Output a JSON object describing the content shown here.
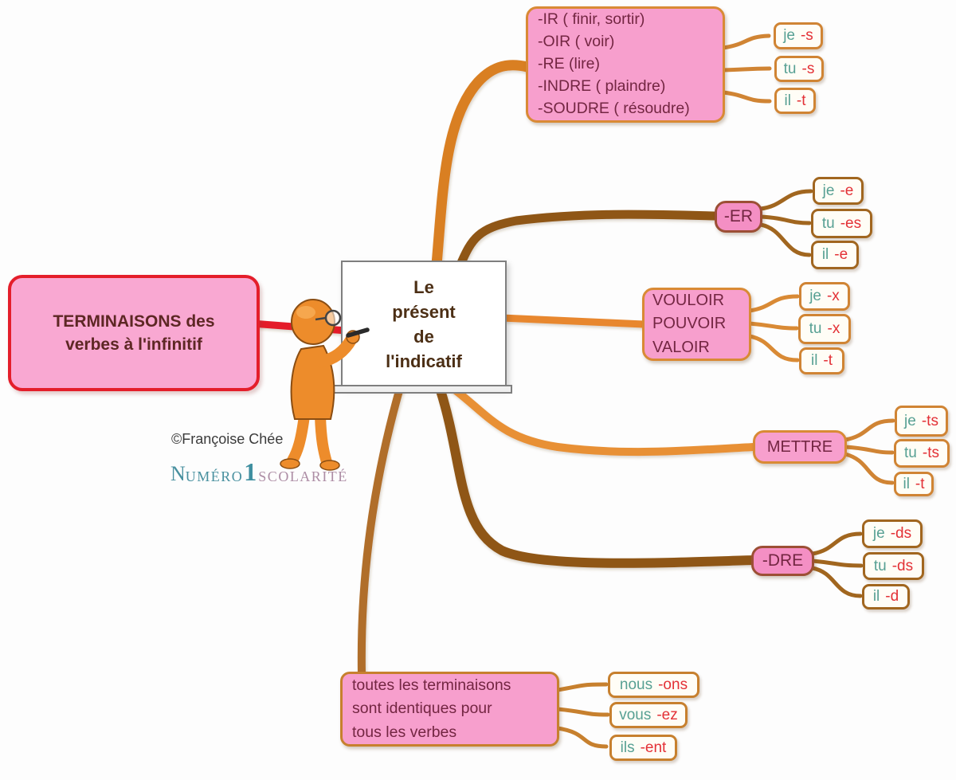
{
  "title": "Le\nprésent\nde\nl'indicatif",
  "root_label": "TERMINAISONS des\nverbes à l'infinitif",
  "credit": "©Françoise Chée",
  "logo": {
    "n": "N",
    "umero": "UMÉRO",
    "one": "1",
    "scolarite": "SCOLARITÉ"
  },
  "colors": {
    "node_pink": "#f79fcd",
    "root_border_red": "#e41e2b",
    "branch_orange": "#d97f24",
    "branch_dark_brown": "#8f5718",
    "branch_mid_brown": "#b06e2a",
    "pronoun_teal": "#57a093",
    "ending_red": "#e33136",
    "node_text_maroon": "#732642"
  },
  "groups": [
    {
      "id": "ir",
      "label": "-IR ( finir, sortir)\n-OIR ( voir)\n-RE (lire)\n-INDRE ( plaindre)\n-SOUDRE ( résoudre)",
      "leaves": [
        {
          "pronoun": "je",
          "ending": "-s"
        },
        {
          "pronoun": "tu",
          "ending": "-s"
        },
        {
          "pronoun": "il",
          "ending": "-t"
        }
      ]
    },
    {
      "id": "er",
      "label": "-ER",
      "leaves": [
        {
          "pronoun": "je",
          "ending": "-e"
        },
        {
          "pronoun": "tu",
          "ending": "-es"
        },
        {
          "pronoun": "il",
          "ending": "-e"
        }
      ]
    },
    {
      "id": "vouloir",
      "label": "VOULOIR\nPOUVOIR\nVALOIR",
      "leaves": [
        {
          "pronoun": "je",
          "ending": "-x"
        },
        {
          "pronoun": "tu",
          "ending": "-x"
        },
        {
          "pronoun": "il",
          "ending": "-t"
        }
      ]
    },
    {
      "id": "mettre",
      "label": "METTRE",
      "leaves": [
        {
          "pronoun": "je",
          "ending": "-ts"
        },
        {
          "pronoun": "tu",
          "ending": "-ts"
        },
        {
          "pronoun": "il",
          "ending": "-t"
        }
      ]
    },
    {
      "id": "dre",
      "label": "-DRE",
      "leaves": [
        {
          "pronoun": "je",
          "ending": "-ds"
        },
        {
          "pronoun": "tu",
          "ending": "-ds"
        },
        {
          "pronoun": "il",
          "ending": "-d"
        }
      ]
    },
    {
      "id": "plural",
      "label": "toutes les terminaisons\nsont identiques pour\ntous les verbes",
      "leaves": [
        {
          "pronoun": "nous",
          "ending": "-ons"
        },
        {
          "pronoun": "vous",
          "ending": "-ez"
        },
        {
          "pronoun": "ils",
          "ending": "-ent"
        }
      ]
    }
  ]
}
